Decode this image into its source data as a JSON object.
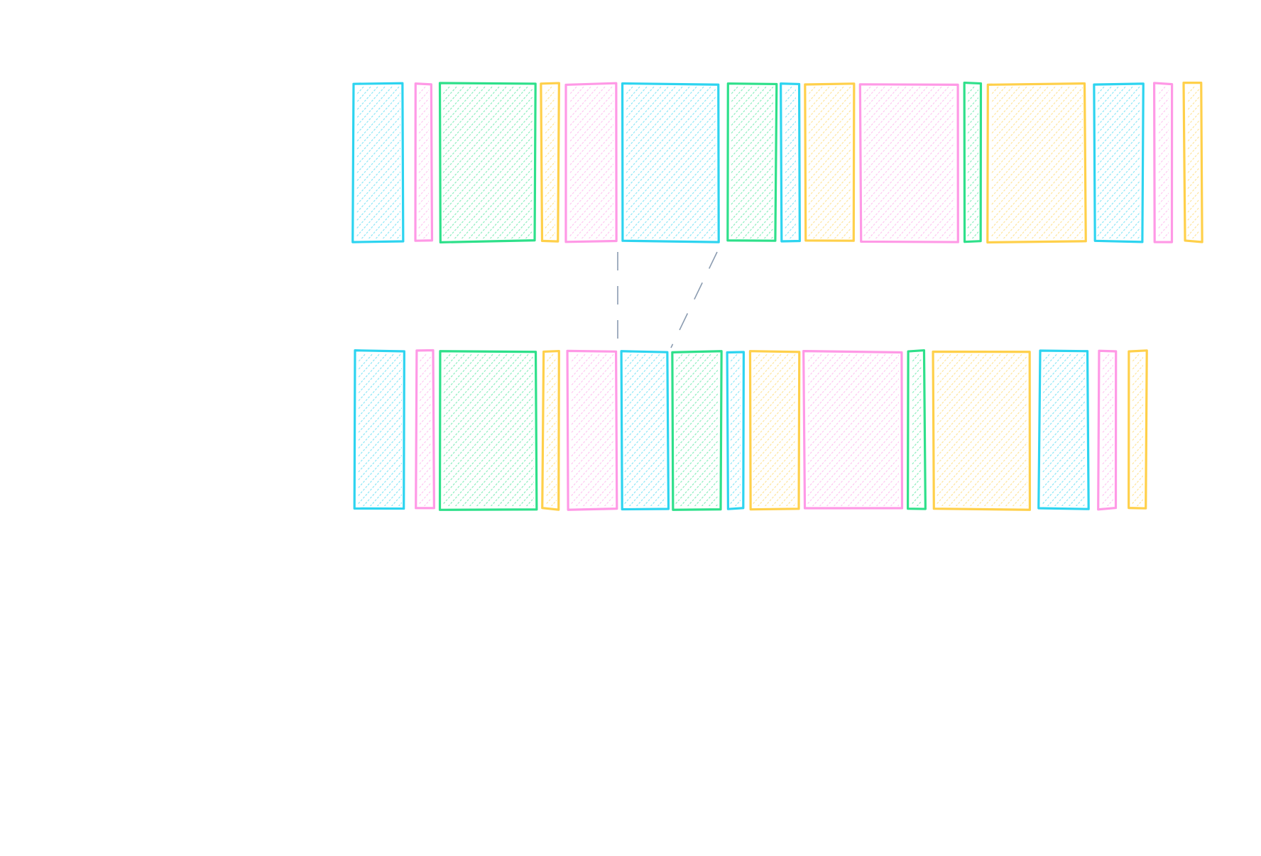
{
  "palette": {
    "cyan": "#2dd4f0",
    "pink": "#ff99e6",
    "green": "#2ee08a",
    "yellow": "#ffd04a",
    "connector": "#8a9bb0"
  },
  "rows": [
    {
      "name": "top-row",
      "boxes": [
        "cyan",
        "pink",
        "green",
        "yellow",
        "pink",
        "cyan",
        "green",
        "cyan",
        "yellow",
        "pink",
        "green",
        "yellow",
        "cyan",
        "pink",
        "yellow"
      ]
    },
    {
      "name": "bottom-row",
      "boxes": [
        "cyan",
        "pink",
        "green",
        "yellow",
        "pink",
        "cyan",
        "green",
        "cyan",
        "yellow",
        "pink",
        "green",
        "yellow",
        "cyan",
        "pink",
        "yellow"
      ]
    }
  ],
  "connectors": [
    {
      "from": [
        0,
        4
      ],
      "to": [
        1,
        5
      ]
    },
    {
      "from": [
        0,
        5
      ],
      "to": [
        1,
        6
      ]
    }
  ]
}
